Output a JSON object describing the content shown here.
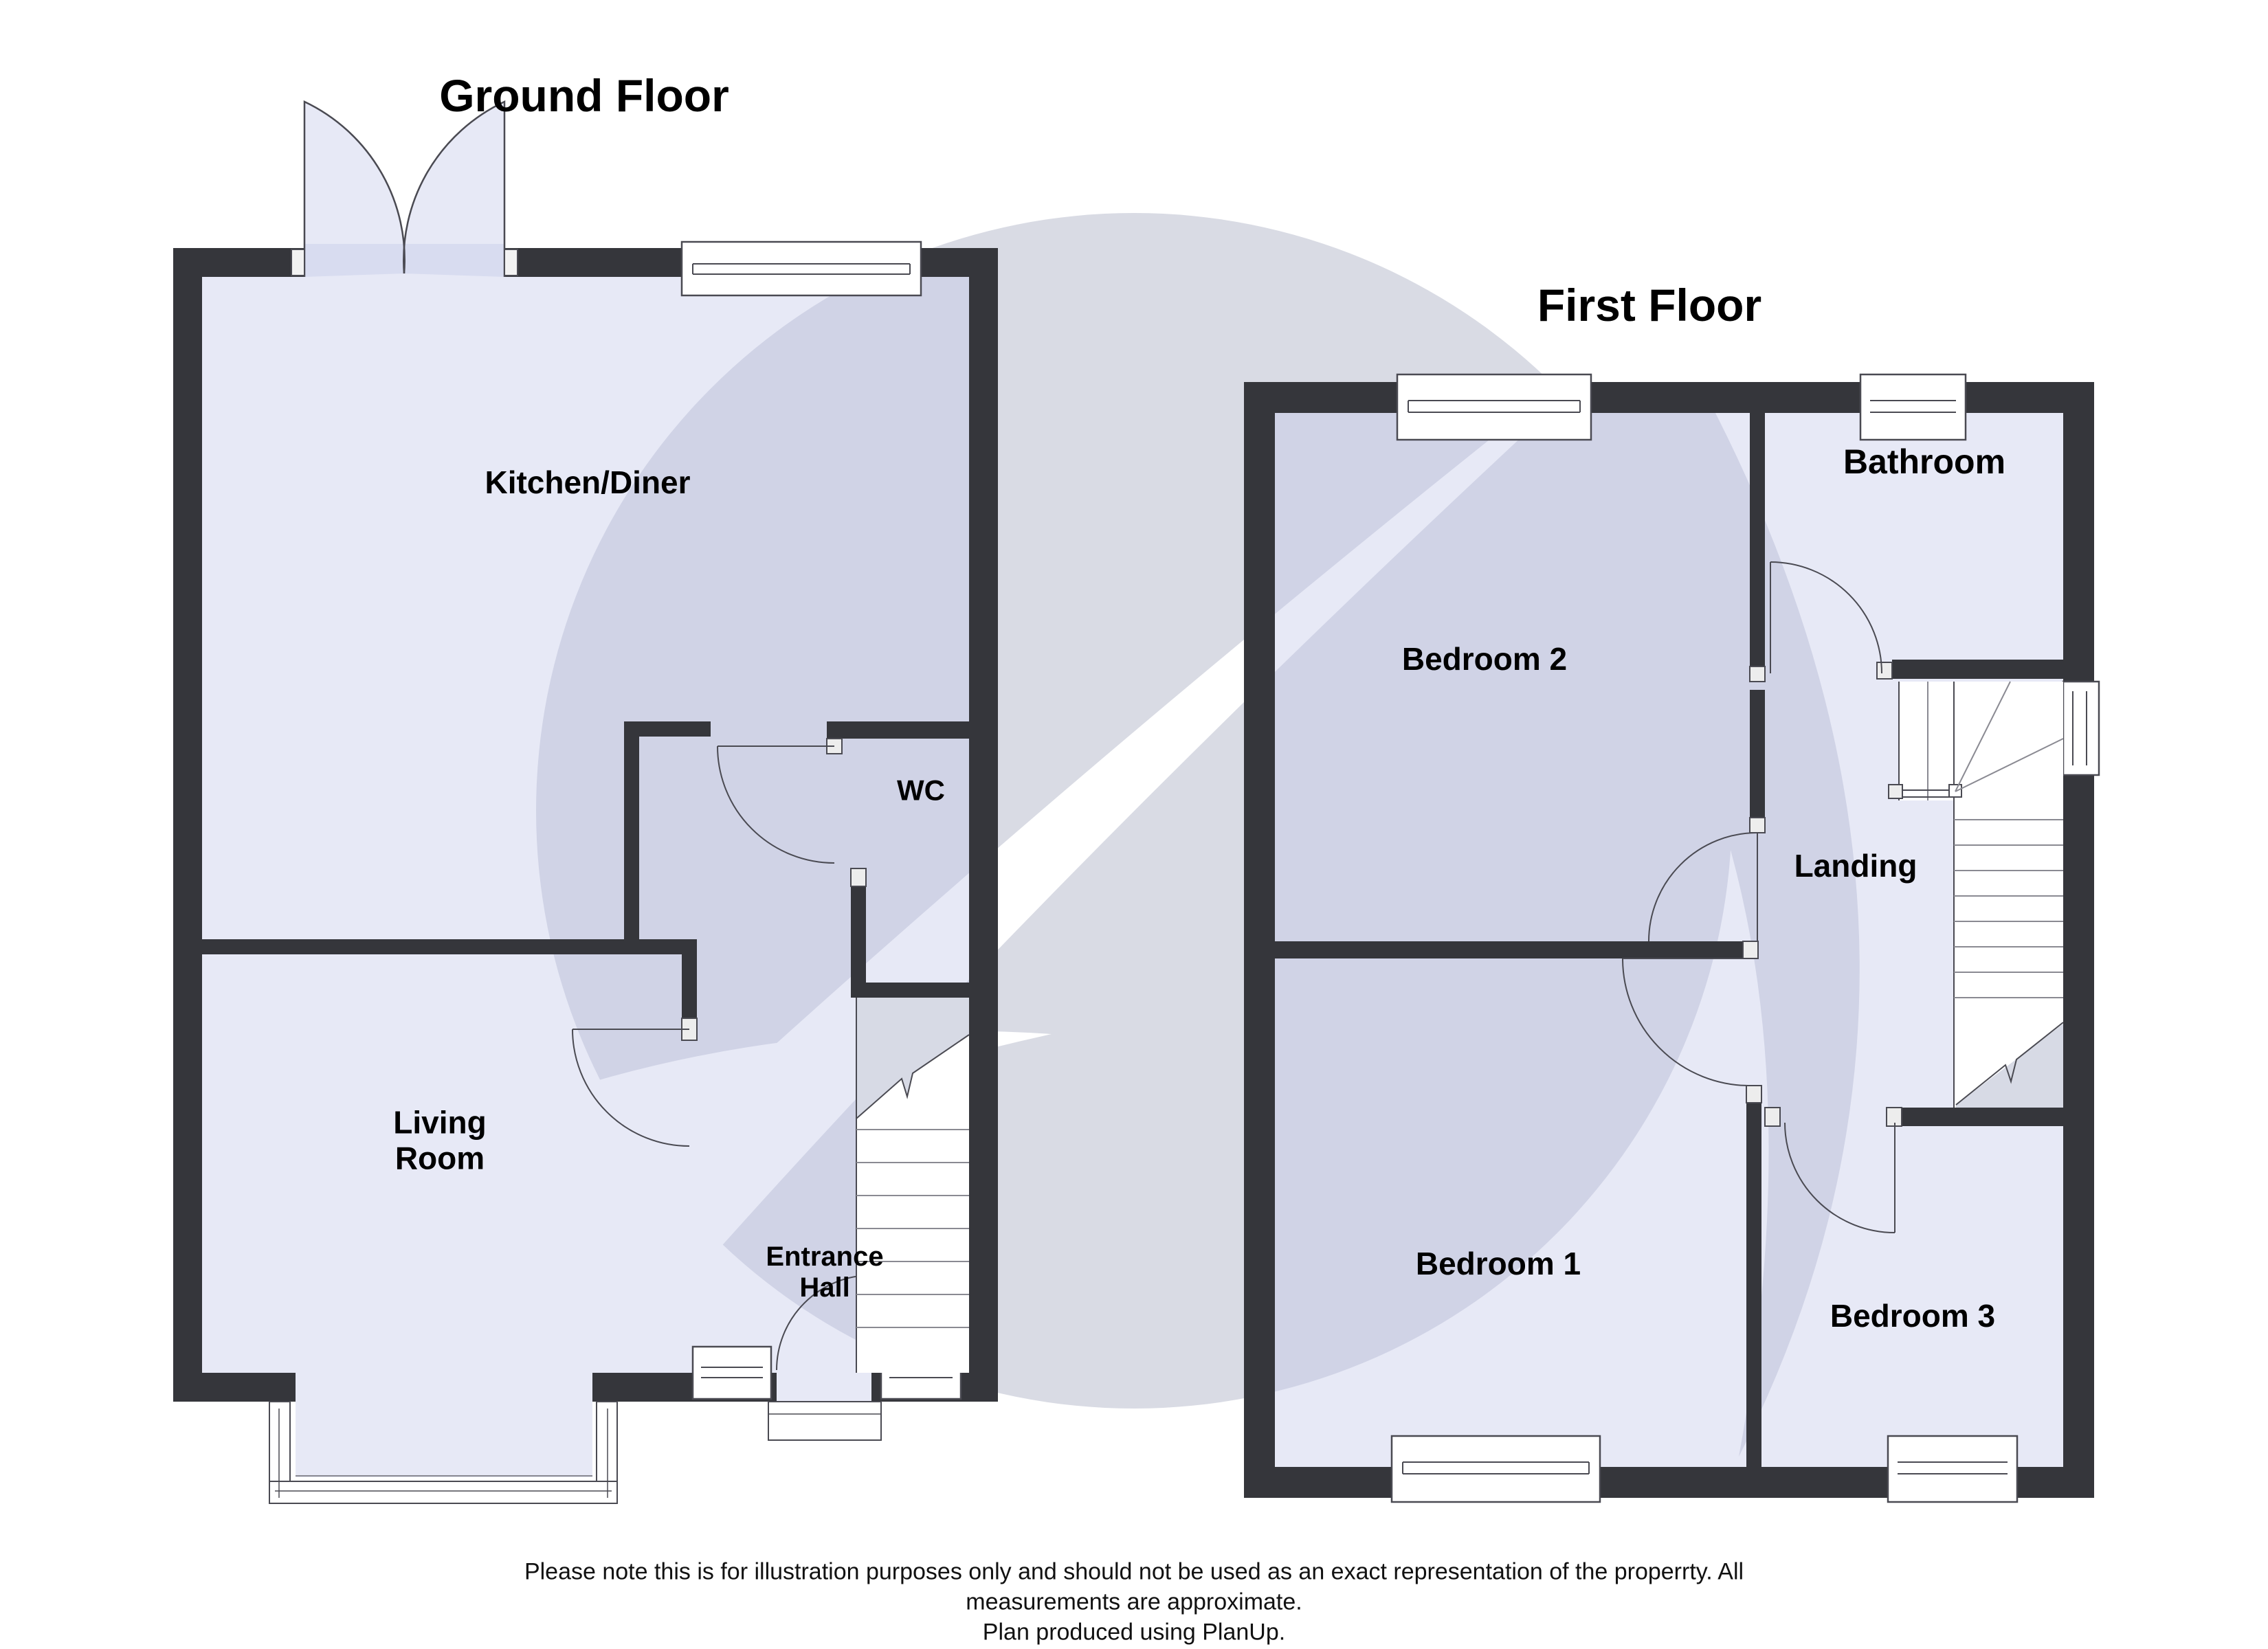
{
  "titles": {
    "ground": "Ground Floor",
    "first": "First Floor"
  },
  "ground_floor": {
    "rooms": {
      "kitchen": "Kitchen/Diner",
      "wc": "WC",
      "living_line1": "Living",
      "living_line2": "Room",
      "hall_line1": "Entrance",
      "hall_line2": "Hall"
    }
  },
  "first_floor": {
    "rooms": {
      "bedroom2": "Bedroom 2",
      "bathroom": "Bathroom",
      "landing": "Landing",
      "bedroom1": "Bedroom 1",
      "bedroom3": "Bedroom 3"
    }
  },
  "disclaimer": {
    "line1": "Please note this is for illustration purposes only and should not be used as an exact representation of the properrty. All",
    "line2": "measurements are approximate.",
    "line3": "Plan produced using PlanUp."
  },
  "colors": {
    "wall": "#35363b",
    "watermark": "#d9dbe4",
    "room_fill": "rgba(195,201,232,0.40)",
    "line": "#4a4a52",
    "stair_pale": "#d7dae5"
  }
}
